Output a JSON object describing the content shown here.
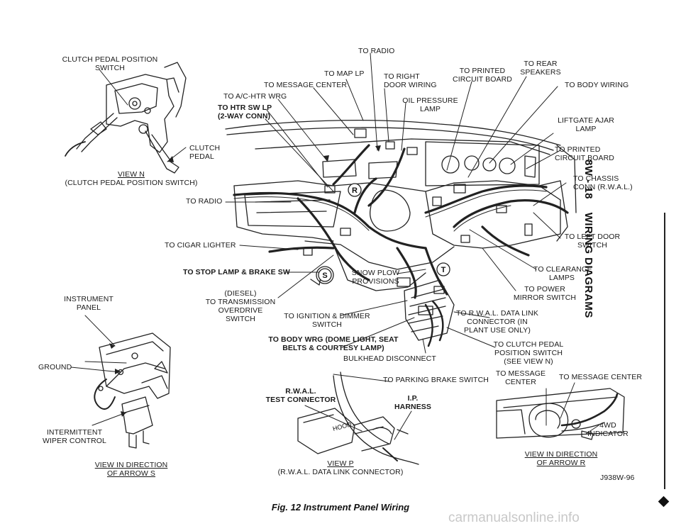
{
  "page_header": {
    "section": "8W - 18",
    "title": "WIRING DIAGRAMS"
  },
  "figure": {
    "caption": "Fig. 12 Instrument Panel Wiring",
    "code": "J938W-96"
  },
  "views": {
    "view_n": {
      "title": "VIEW N",
      "subtitle": "(CLUTCH PEDAL POSITION SWITCH)"
    },
    "view_s": {
      "title_line1": "VIEW IN DIRECTION",
      "title_line2": "OF ARROW S"
    },
    "view_p": {
      "title": "VIEW P",
      "subtitle": "(R.W.A.L. DATA LINK CONNECTOR)"
    },
    "view_r": {
      "title_line1": "VIEW IN DIRECTION",
      "title_line2": "OF ARROW R"
    }
  },
  "labels": {
    "clutch_pedal_position_switch": "CLUTCH PEDAL POSITION\nSWITCH",
    "clutch_pedal": "CLUTCH\nPEDAL",
    "to_radio_top": "TO RADIO",
    "to_map_lp": "TO MAP LP",
    "to_message_center_top": "TO MESSAGE CENTER",
    "to_ac_htr_wrg": "TO A/C-HTR WRG",
    "to_htr_sw_lp": "TO HTR SW LP\n(2-WAY CONN)",
    "to_right_door_wiring": "TO RIGHT\nDOOR WIRING",
    "oil_pressure_lamp": "OIL PRESSURE\nLAMP",
    "to_printed_circuit_board_top": "TO PRINTED\nCIRCUIT BOARD",
    "to_rear_speakers": "TO REAR\nSPEAKERS",
    "to_body_wiring": "TO BODY WIRING",
    "liftgate_ajar_lamp": "LIFTGATE AJAR\nLAMP",
    "to_printed_circuit_board_right": "TO PRINTED\nCIRCUIT BOARD",
    "to_chassis_conn": "TO CHASSIS\nCONN (R.W.A.L.)",
    "to_radio_left": "TO RADIO",
    "to_left_door_switch": "TO LEFT DOOR\nSWITCH",
    "to_cigar_lighter": "TO CIGAR LIGHTER",
    "to_clearance_lamps": "TO CLEARANCE\nLAMPS",
    "to_stop_lamp_brake_sw": "TO STOP LAMP & BRAKE SW",
    "snow_plow_provisions": "SNOW PLOW\nPROVISIONS",
    "to_power_mirror_switch": "TO POWER\nMIRROR SWITCH",
    "instrument_panel": "INSTRUMENT\nPANEL",
    "diesel_transmission": "(DIESEL)\nTO TRANSMISSION\nOVERDRIVE\nSWITCH",
    "to_ignition_dimmer_switch": "TO IGNITION & DIMMER\nSWITCH",
    "to_rwal_data_link": "TO R.W.A.L. DATA LINK\nCONNECTOR (IN\nPLANT USE ONLY)",
    "ground": "GROUND",
    "to_body_wrg_dome": "TO BODY WRG (DOME LIGHT, SEAT\nBELTS & COURTESY LAMP)",
    "to_clutch_pedal_position_switch": "TO CLUTCH PEDAL\nPOSITION SWITCH\n(SEE VIEW N)",
    "bulkhead_disconnect": "BULKHEAD DISCONNECT",
    "to_parking_brake_switch": "TO PARKING BRAKE SWITCH",
    "to_message_center_r1": "TO MESSAGE\nCENTER",
    "to_message_center_r2": "TO MESSAGE CENTER",
    "rwal_test_connector": "R.W.A.L.\nTEST CONNECTOR",
    "ip_harness": "I.P.\nHARNESS",
    "intermittent_wiper_control": "INTERMITTENT\nWIPER CONTROL",
    "four_wd_indicator": "4WD\nINDICATOR"
  },
  "markers": {
    "r": "R",
    "s": "S",
    "t": "T"
  },
  "connector_text": "HOOD",
  "watermark": "carmanualsonline.info"
}
